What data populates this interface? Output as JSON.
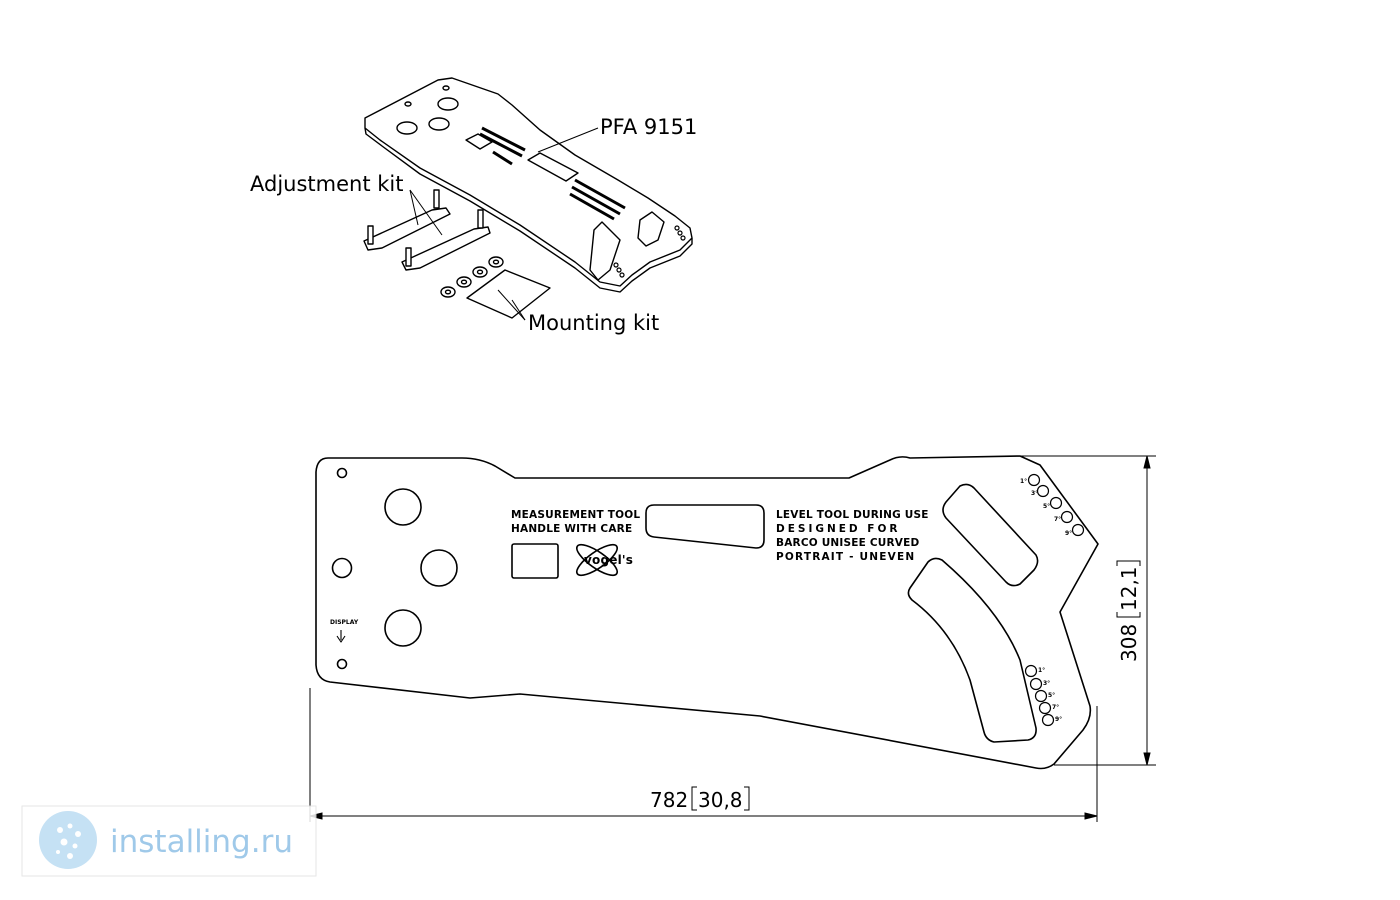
{
  "labels": {
    "product": "PFA 9151",
    "adjustment_kit": "Adjustment kit",
    "mounting_kit": "Mounting kit"
  },
  "plate_text": {
    "line1": "MEASUREMENT TOOL",
    "line2": "HANDLE WITH CARE",
    "level1": "LEVEL TOOL DURING USE",
    "level2": "DESIGNED FOR",
    "level3": "BARCO UNISEE CURVED",
    "level4": "PORTRAIT - UNEVEN",
    "brand": "vogel's",
    "display": "DISPLAY"
  },
  "angle_marks": [
    "1°",
    "3°",
    "5°",
    "7°",
    "9°"
  ],
  "dimensions": {
    "width_mm": "782",
    "width_in": "30,8",
    "height_mm": "308",
    "height_in": "12,1"
  },
  "watermark": {
    "text": "installing.ru",
    "color": "#8fc0e6"
  }
}
